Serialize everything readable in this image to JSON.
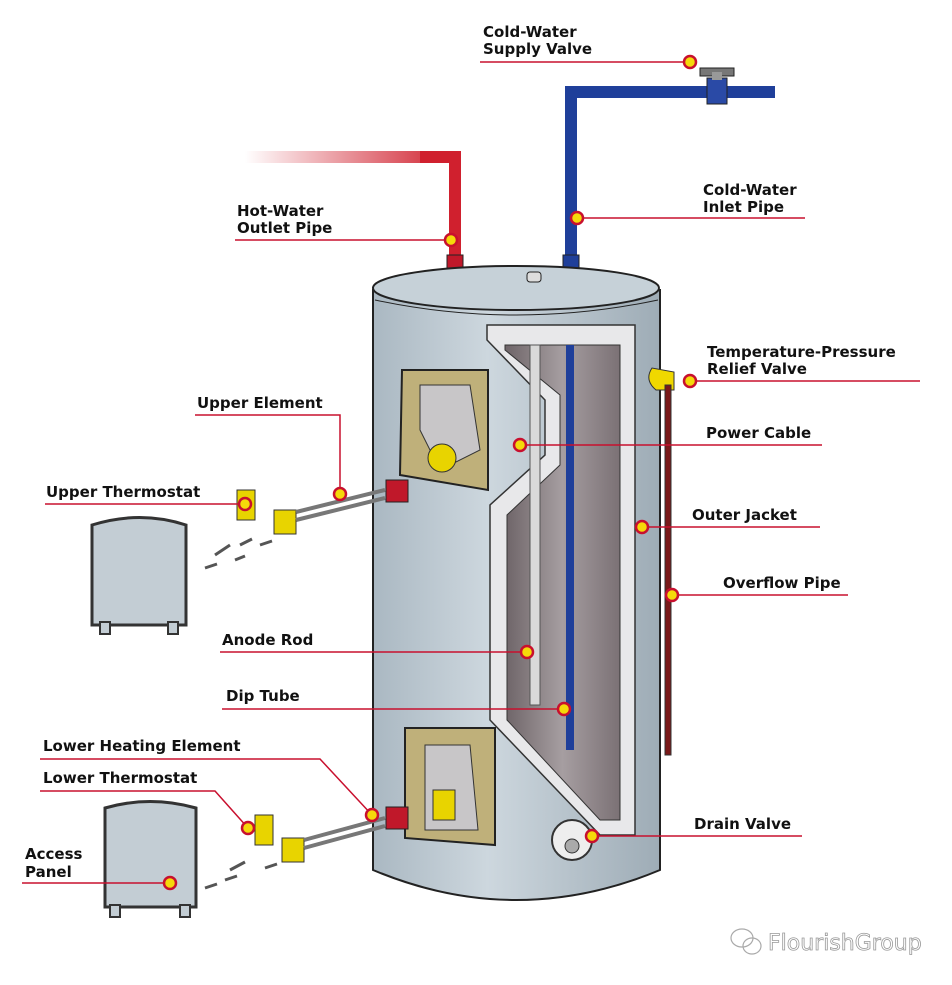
{
  "colors": {
    "leader": "#c8102e",
    "dot": "#f5d90a",
    "hot": "#d0202e",
    "cold": "#1f3f9a",
    "tank": "#bcc8d0",
    "brass": "#e8d400"
  },
  "labels": {
    "cold_supply_valve": [
      "Cold-Water",
      "Supply Valve"
    ],
    "cold_inlet_pipe": [
      "Cold-Water",
      "Inlet Pipe"
    ],
    "hot_outlet_pipe": [
      "Hot-Water",
      "Outlet Pipe"
    ],
    "tp_relief_valve": [
      "Temperature-Pressure",
      "Relief Valve"
    ],
    "power_cable": "Power Cable",
    "outer_jacket": "Outer Jacket",
    "overflow_pipe": "Overflow Pipe",
    "upper_element": "Upper Element",
    "upper_thermostat": "Upper Thermostat",
    "anode_rod": "Anode Rod",
    "dip_tube": "Dip Tube",
    "lower_heating_element": "Lower Heating Element",
    "lower_thermostat": "Lower Thermostat",
    "access_panel": [
      "Access",
      "Panel"
    ],
    "drain_valve": "Drain Valve"
  },
  "watermark": "FlourishGroup"
}
